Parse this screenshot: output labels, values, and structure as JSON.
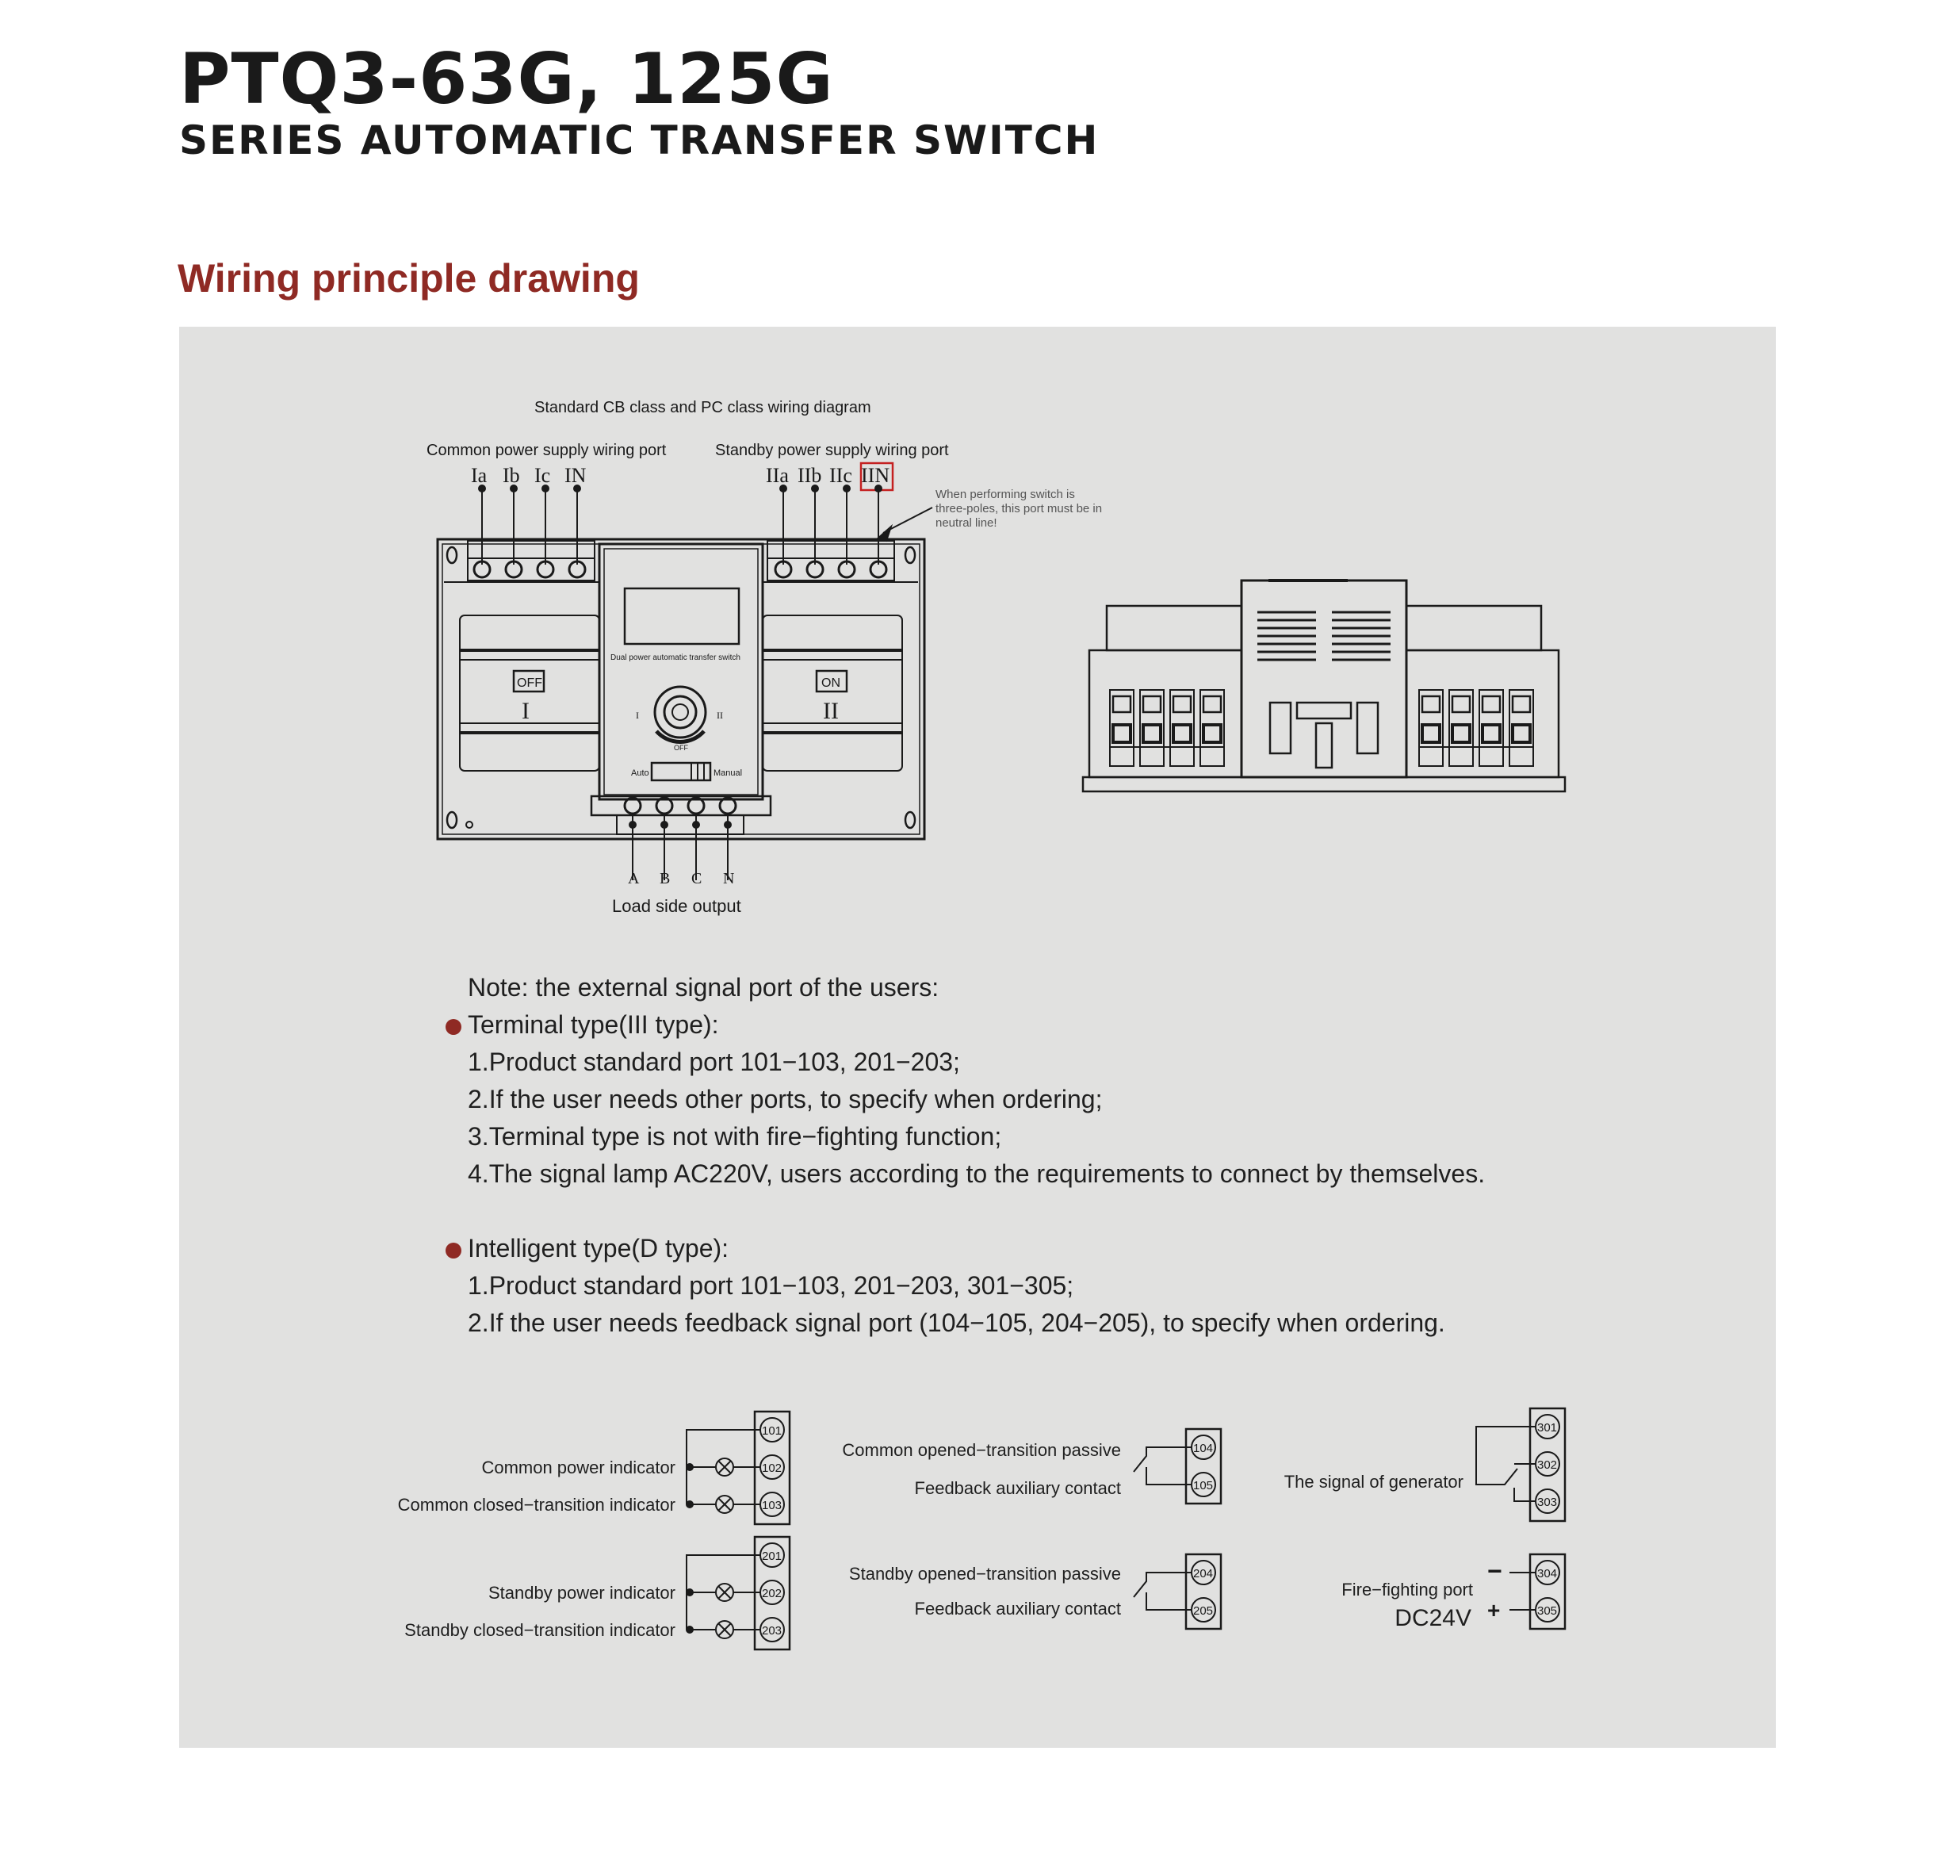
{
  "header": {
    "title": "PTQ3-63G, 125G",
    "subtitle": "SERIES AUTOMATIC TRANSFER SWITCH",
    "section": "Wiring principle drawing"
  },
  "colors": {
    "accent": "#8f2a24",
    "panel": "#e1e1e0",
    "line": "#1a1a1a"
  },
  "diagram": {
    "caption": "Standard CB class and PC class wiring diagram",
    "common_port_label": "Common power supply wiring port",
    "standby_port_label": "Standby power supply wiring port",
    "common_terminals": [
      "Ia",
      "Ib",
      "Ic",
      "IN"
    ],
    "standby_terminals": [
      "IIa",
      "IIb",
      "IIc",
      "IIN"
    ],
    "neutral_note": [
      "When performing switch is",
      "three-poles, this port must be in",
      "neutral line!"
    ],
    "off_label": "OFF",
    "on_label": "ON",
    "side_i": "I",
    "side_ii": "II",
    "device_label": "Dual power automatic transfer switch",
    "knob_off": "OFF",
    "auto_label": "Auto",
    "manual_label": "Manual",
    "load_terminals": [
      "A",
      "B",
      "C",
      "N"
    ],
    "load_label": "Load side output"
  },
  "notes": {
    "intro": "Note: the external signal port of the users:",
    "terminal_heading": "Terminal type(III type):",
    "terminal_items": [
      "1.Product standard port 101−103, 201−203;",
      "2.If the user needs other ports, to specify when ordering;",
      "3.Terminal type is not with fire−fighting function;",
      "4.The signal lamp AC220V, users according to the requirements to connect by themselves."
    ],
    "intelligent_heading": "Intelligent type(D type):",
    "intelligent_items": [
      "1.Product standard port 101−103, 201−203, 301−305;",
      "2.If the user needs feedback signal port (104−105, 204−205), to specify when ordering."
    ]
  },
  "terminals": {
    "group1": {
      "ports": [
        "101",
        "102",
        "103"
      ],
      "labels": [
        "Common power indicator",
        "Common closed−transition indicator"
      ]
    },
    "group2": {
      "ports": [
        "201",
        "202",
        "203"
      ],
      "labels": [
        "Standby power indicator",
        "Standby closed−transition indicator"
      ]
    },
    "group3": {
      "ports": [
        "104",
        "105"
      ],
      "labels": [
        "Common opened−transition passive",
        "Feedback auxiliary contact"
      ]
    },
    "group4": {
      "ports": [
        "204",
        "205"
      ],
      "labels": [
        "Standby opened−transition passive",
        "Feedback auxiliary contact"
      ]
    },
    "group5": {
      "ports": [
        "301",
        "302",
        "303"
      ],
      "label": "The signal of generator"
    },
    "group6": {
      "ports": [
        "304",
        "305"
      ],
      "label": "Fire−fighting port",
      "voltage": "DC24V",
      "minus": "−",
      "plus": "+"
    }
  }
}
